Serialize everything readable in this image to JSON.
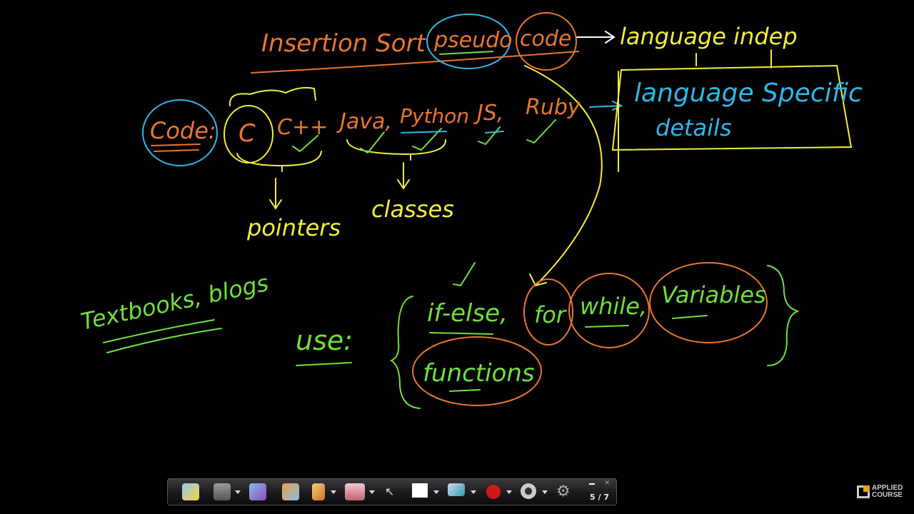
{
  "colors": {
    "orange": "#e8762c",
    "blue": "#2fb6e8",
    "yellow": "#f2ee3a",
    "green": "#6ee03a",
    "background": "#000000",
    "logo_accent": "#e8a21a"
  },
  "board": {
    "title": "Insertion Sort",
    "pseudo": "pseudo",
    "code": "code",
    "language_indep": "language indep",
    "language_specific": "language Specific",
    "details": "details",
    "code_label": "Code:",
    "langs": {
      "c": "C",
      "cpp": "C++",
      "java": "Java,",
      "python": "Python",
      "js": "JS,",
      "ruby": "Ruby"
    },
    "pointers": "pointers",
    "classes": "classes",
    "textbooks": "Textbooks, blogs",
    "use": "use:",
    "if_else": "if-else,",
    "for": "for",
    "while": "while,",
    "variables": "Variables",
    "functions": "functions"
  },
  "toolbar": {
    "icons": [
      "new-page-icon",
      "save-icon",
      "import-icon",
      "tools-icon",
      "pen-icon",
      "eraser-icon",
      "pointer-icon",
      "color-picker-icon",
      "highlighter-icon",
      "record-icon",
      "webcam-icon",
      "settings-icon"
    ],
    "page_indicator": "5 / 7"
  },
  "logo": {
    "line1": "APPLIED",
    "line2": "COURSE"
  }
}
